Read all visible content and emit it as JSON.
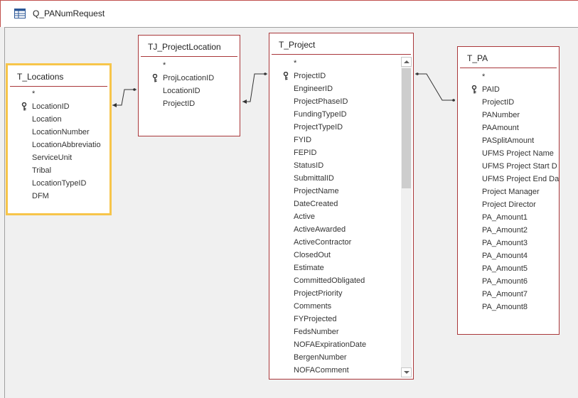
{
  "window": {
    "title": "Q_PANumRequest",
    "icon": "query-table-icon"
  },
  "colors": {
    "table_border": "#a9373a",
    "selected_border": "#f7c54a"
  },
  "tables": {
    "t_locations": {
      "name": "T_Locations",
      "fields": [
        "*",
        "LocationID",
        "Location",
        "LocationNumber",
        "LocationAbbreviatio",
        "ServiceUnit",
        "Tribal",
        "LocationTypeID",
        "DFM"
      ]
    },
    "tj_projectlocation": {
      "name": "TJ_ProjectLocation",
      "fields": [
        "*",
        "ProjLocationID",
        "LocationID",
        "ProjectID"
      ]
    },
    "t_project": {
      "name": "T_Project",
      "fields": [
        "*",
        "ProjectID",
        "EngineerID",
        "ProjectPhaseID",
        "FundingTypeID",
        "ProjectTypeID",
        "FYID",
        "FEPID",
        "StatusID",
        "SubmittalID",
        "ProjectName",
        "DateCreated",
        "Active",
        "ActiveAwarded",
        "ActiveContractor",
        "ClosedOut",
        "Estimate",
        "CommittedObligated",
        "ProjectPriority",
        "Comments",
        "FYProjected",
        "FedsNumber",
        "NOFAExpirationDate",
        "BergenNumber",
        "NOFAComment"
      ]
    },
    "t_pa": {
      "name": "T_PA",
      "fields": [
        "*",
        "PAID",
        "ProjectID",
        "PANumber",
        "PAAmount",
        "PASplitAmount",
        "UFMS Project Name",
        "UFMS Project Start D",
        "UFMS Project End Da",
        "Project Manager",
        "Project Director",
        "PA_Amount1",
        "PA_Amount2",
        "PA_Amount3",
        "PA_Amount4",
        "PA_Amount5",
        "PA_Amount6",
        "PA_Amount7",
        "PA_Amount8"
      ]
    }
  }
}
